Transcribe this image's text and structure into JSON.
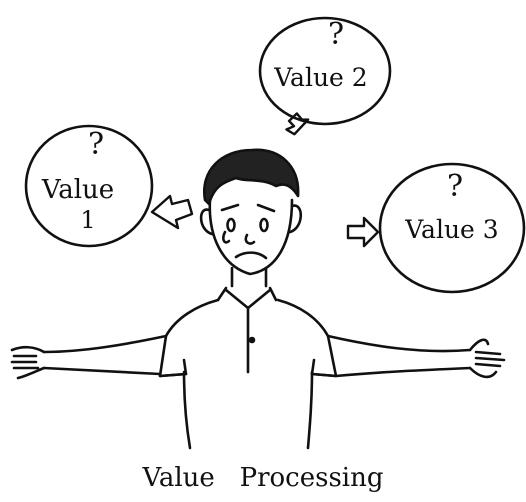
{
  "bubbles": [
    {
      "mark": "?",
      "line1": "Value",
      "line2": "1"
    },
    {
      "mark": "?",
      "line1": "Value 2",
      "line2": ""
    },
    {
      "mark": "?",
      "line1": "Value 3",
      "line2": ""
    }
  ],
  "caption": "Value   Processing",
  "colors": {
    "ink": "#111111",
    "paper": "#ffffff"
  }
}
